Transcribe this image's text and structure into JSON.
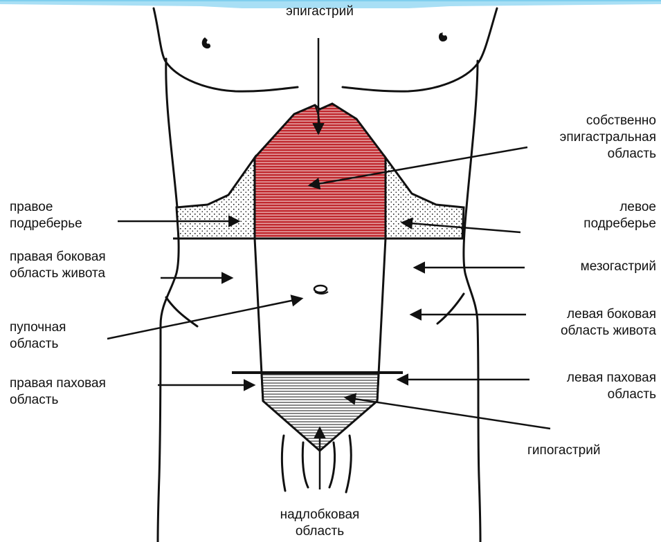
{
  "colors": {
    "banner": "#a8dff5",
    "epigastric_fill": "#c0272d",
    "hypogastric_stripes": "#555555",
    "outline": "#111111"
  },
  "labels": {
    "epigastrium": [
      "эпигастрий"
    ],
    "epigastric_proper": [
      "собственно",
      "эпигастральная",
      "область"
    ],
    "right_hypochondrium": [
      "правое",
      "подреберье"
    ],
    "left_hypochondrium": [
      "левое",
      "подреберье"
    ],
    "right_lateral": [
      "правая боковая",
      "область живота"
    ],
    "mesogastrium": [
      "мезогастрий"
    ],
    "umbilical": [
      "пупочная",
      "область"
    ],
    "left_lateral": [
      "левая боковая",
      "область живота"
    ],
    "right_inguinal": [
      "правая паховая",
      "область"
    ],
    "left_inguinal": [
      "левая паховая",
      "область"
    ],
    "hypogastrium": [
      "гипогастрий"
    ],
    "suprapubic": [
      "надлобковая",
      "область"
    ]
  }
}
